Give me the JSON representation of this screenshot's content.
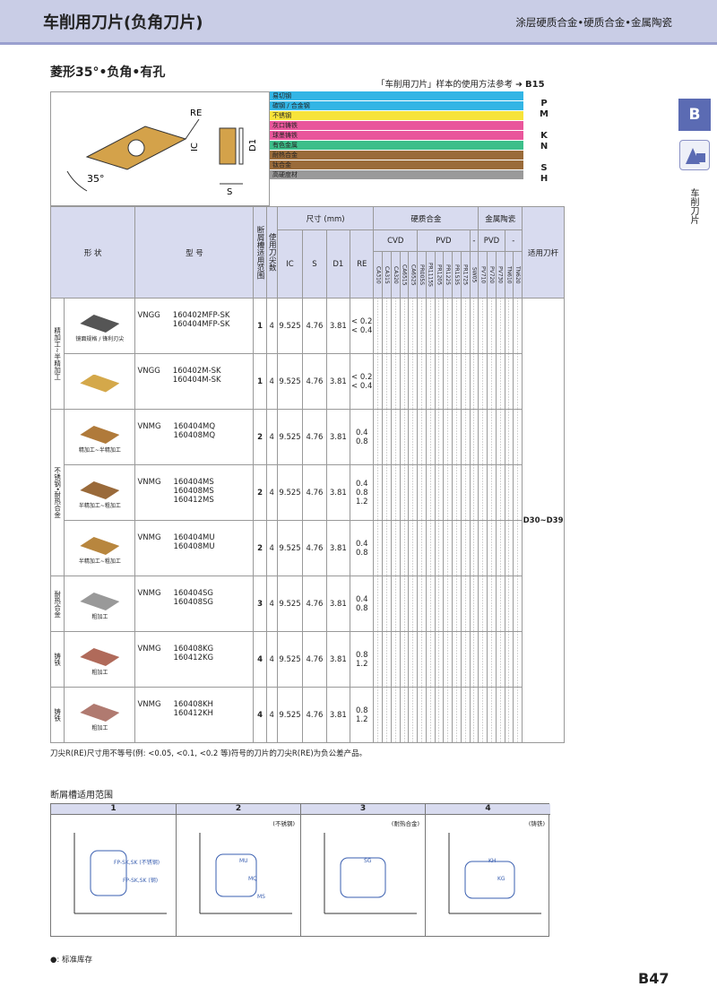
{
  "header": {
    "title": "车削用刀片(负角刀片)",
    "subtitle": "涂层硬质合金•硬质合金•金属陶瓷"
  },
  "side": {
    "tab": "B",
    "label": "车削刀片"
  },
  "section": {
    "title": "菱形35°•负角•有孔",
    "ref_text": "「车削用刀片」样本的使用方法参考",
    "ref_page": "B15"
  },
  "drawing": {
    "re": "RE",
    "ic": "IC",
    "d1": "D1",
    "s": "S",
    "angle": "35°"
  },
  "materials": [
    {
      "name": "易切钢",
      "color": "#33b5e5",
      "letter": ""
    },
    {
      "name": "碳钢 / 合金钢",
      "color": "#33b5e5",
      "letter": "P"
    },
    {
      "name": "不锈钢",
      "color": "#f7e33a",
      "letter": "M"
    },
    {
      "name": "灰口铸铁",
      "color": "#e9569b",
      "letter": ""
    },
    {
      "name": "球墨铸铁",
      "color": "#e9569b",
      "letter": "K"
    },
    {
      "name": "有色金属",
      "color": "#3dbf8a",
      "letter": "N"
    },
    {
      "name": "耐热合金",
      "color": "#9a6b3a",
      "letter": ""
    },
    {
      "name": "钛合金",
      "color": "#9a6b3a",
      "letter": "S"
    },
    {
      "name": "高硬度材",
      "color": "#9a9a9a",
      "letter": "H"
    }
  ],
  "table": {
    "h_shape": "形 状",
    "h_model": "型 号",
    "h_breaker": "断屑槽适用范围",
    "h_edges": "使用刀尖数",
    "h_dims": "尺寸 (mm)",
    "h_ic": "IC",
    "h_s": "S",
    "h_d1": "D1",
    "h_re": "RE",
    "h_carbide": "硬质合金",
    "h_cermet": "金属陶瓷",
    "h_cvd": "CVD",
    "h_pvd": "PVD",
    "h_dash": "-",
    "h_cvd2": "PVD",
    "h_dash2": "-",
    "h_holder": "适用刀杆",
    "holder": "D30~D39",
    "grades": [
      "CA310",
      "CA315",
      "CA320",
      "CA6515",
      "CA6525",
      "PR005S",
      "PR1115S",
      "PR1205",
      "PR1225",
      "PR1535",
      "PR1725",
      "SW05",
      "PV710",
      "PV720",
      "PV730",
      "TN610",
      "TN620"
    ],
    "groups": [
      {
        "label": "精加工~半精加工",
        "rows": [
          {
            "type": "VNGG",
            "models": [
              "160402MFP-SK",
              "160404MFP-SK"
            ],
            "breaker": "1",
            "edges": "4",
            "ic": "9.525",
            "s": "4.76",
            "d1": "3.81",
            "re": [
              "< 0.2",
              "< 0.4"
            ],
            "caption": "镜面规格 / 锋利刃尖",
            "color": "#555"
          },
          {
            "type": "VNGG",
            "models": [
              "160402M-SK",
              "160404M-SK"
            ],
            "breaker": "1",
            "edges": "4",
            "ic": "9.525",
            "s": "4.76",
            "d1": "3.81",
            "re": [
              "< 0.2",
              "< 0.4"
            ],
            "caption": "",
            "color": "#d4a84a"
          }
        ]
      },
      {
        "label": "不锈钢•耐热合金",
        "rows": [
          {
            "type": "VNMG",
            "models": [
              "160404MQ",
              "160408MQ"
            ],
            "breaker": "2",
            "edges": "4",
            "ic": "9.525",
            "s": "4.76",
            "d1": "3.81",
            "re": [
              "0.4",
              "0.8"
            ],
            "caption": "精加工~半精加工",
            "color": "#b07a3a"
          },
          {
            "type": "VNMG",
            "models": [
              "160404MS",
              "160408MS",
              "160412MS"
            ],
            "breaker": "2",
            "edges": "4",
            "ic": "9.525",
            "s": "4.76",
            "d1": "3.81",
            "re": [
              "0.4",
              "0.8",
              "1.2"
            ],
            "caption": "半精加工~粗加工",
            "color": "#9a6a3a"
          },
          {
            "type": "VNMG",
            "models": [
              "160404MU",
              "160408MU"
            ],
            "breaker": "2",
            "edges": "4",
            "ic": "9.525",
            "s": "4.76",
            "d1": "3.81",
            "re": [
              "0.4",
              "0.8"
            ],
            "caption": "半精加工~粗加工",
            "color": "#b8863e"
          }
        ]
      },
      {
        "label": "耐热合金",
        "rows": [
          {
            "type": "VNMG",
            "models": [
              "160404SG",
              "160408SG"
            ],
            "breaker": "3",
            "edges": "4",
            "ic": "9.525",
            "s": "4.76",
            "d1": "3.81",
            "re": [
              "0.4",
              "0.8"
            ],
            "caption": "粗加工",
            "color": "#999"
          }
        ]
      },
      {
        "label": "铸铁",
        "rows": [
          {
            "type": "VNMG",
            "models": [
              "160408KG",
              "160412KG"
            ],
            "breaker": "4",
            "edges": "4",
            "ic": "9.525",
            "s": "4.76",
            "d1": "3.81",
            "re": [
              "0.8",
              "1.2"
            ],
            "caption": "粗加工",
            "color": "#b06a5a"
          }
        ]
      },
      {
        "label": "铸铁",
        "rows": [
          {
            "type": "VNMG",
            "models": [
              "160408KH",
              "160412KH"
            ],
            "breaker": "4",
            "edges": "4",
            "ic": "9.525",
            "s": "4.76",
            "d1": "3.81",
            "re": [
              "0.8",
              "1.2"
            ],
            "caption": "粗加工",
            "color": "#b07a70"
          }
        ]
      }
    ]
  },
  "note": "刀尖R(RE)尺寸用不等号(例: <0.05, <0.1, <0.2 等)符号的刀片的刀尖R(RE)为负公差产品。",
  "breaker_title": "断屑槽适用范围",
  "breaker_sections": [
    {
      "num": "1",
      "tag": "",
      "labels": [
        "FP-SK,SK (不锈钢)",
        "FP-SK,SK (钢)"
      ]
    },
    {
      "num": "2",
      "tag": "(不锈钢)",
      "labels": [
        "MU",
        "MQ",
        "MS"
      ]
    },
    {
      "num": "3",
      "tag": "(耐热合金)",
      "labels": [
        "SG"
      ]
    },
    {
      "num": "4",
      "tag": "(铸铁)",
      "labels": [
        "KH",
        "KG"
      ]
    }
  ],
  "legend": "●: 标准库存",
  "page": "B47"
}
